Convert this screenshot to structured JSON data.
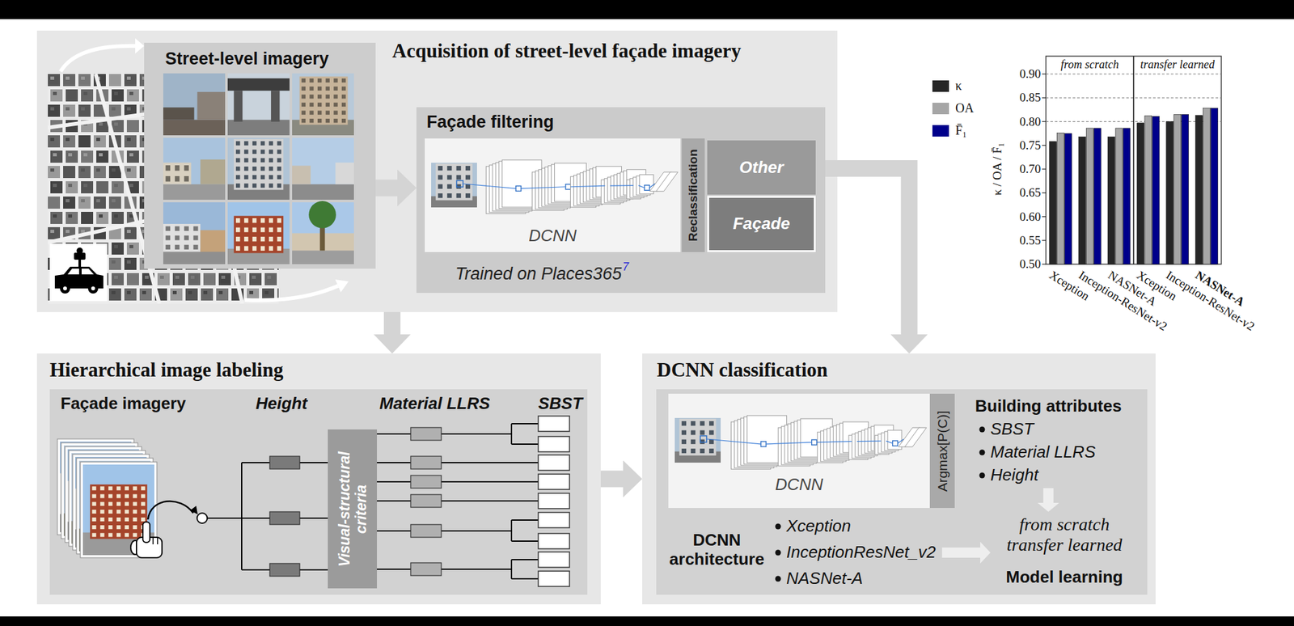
{
  "diagram": {
    "nodes": [
      {
        "text": [
          "Acquisition of street-level façade imagery"
        ]
      },
      {
        "text": [
          "Street-level imagery"
        ],
        "in": 0
      },
      {
        "text": [
          "Façade filtering",
          "Trained on Places365",
          "7"
        ],
        "in": 0
      },
      {
        "text": [
          "DCNN"
        ],
        "in": 2
      },
      {
        "text": [
          "Reclassification"
        ],
        "in": 2
      },
      {
        "text": [
          "Other"
        ],
        "in": 2
      },
      {
        "text": [
          "Façade"
        ],
        "in": 2
      },
      {
        "text": [
          "Hierarchical image labeling"
        ]
      },
      {
        "text": [
          "Façade imagery",
          "Height",
          "Material LLRS",
          "SBST"
        ],
        "in": 7
      },
      {
        "text": [
          "Visual-structural criteria"
        ],
        "in": 8
      },
      {
        "text": [
          "DCNN classification"
        ]
      },
      {
        "text": [
          "Building attributes",
          "SBST",
          "Material LLRS",
          "Height",
          "DCNN architecture",
          "Xception",
          "InceptionResNet_v2",
          "NASNet-A",
          "from scratch transfer learned",
          "Model learning"
        ],
        "in": 10
      },
      {
        "text": [
          "DCNN"
        ],
        "in": 11
      },
      {
        "text": [
          "Argmax[P(C)]"
        ],
        "in": 11
      }
    ],
    "edges": [
      {
        "from": 1,
        "to": 2,
        "arrow": "to"
      },
      {
        "from": 0,
        "to": 7,
        "arrow": "to"
      },
      {
        "from": 2,
        "to": 10,
        "arrow": "to"
      },
      {
        "from": 7,
        "to": 10,
        "arrow": "to"
      }
    ],
    "labels": [
      "from scratch",
      "transfer learned",
      "0.90",
      "0.85",
      "0.80",
      "0.75",
      "0.70",
      "0.65",
      "0.60",
      "0.55",
      "0.50",
      "κ / OA / F̄₁",
      "Xception",
      "Inception-ResNet-v2",
      "NASNet-A",
      "Xception",
      "Inception-ResNet-v2",
      "NASNet-A"
    ],
    "legend": [
      {
        "text": "κ",
        "color": "#262626"
      },
      {
        "text": "OA",
        "color": "#a6a6a6"
      },
      {
        "text": "F̄₁",
        "color": "#00008b"
      }
    ]
  }
}
